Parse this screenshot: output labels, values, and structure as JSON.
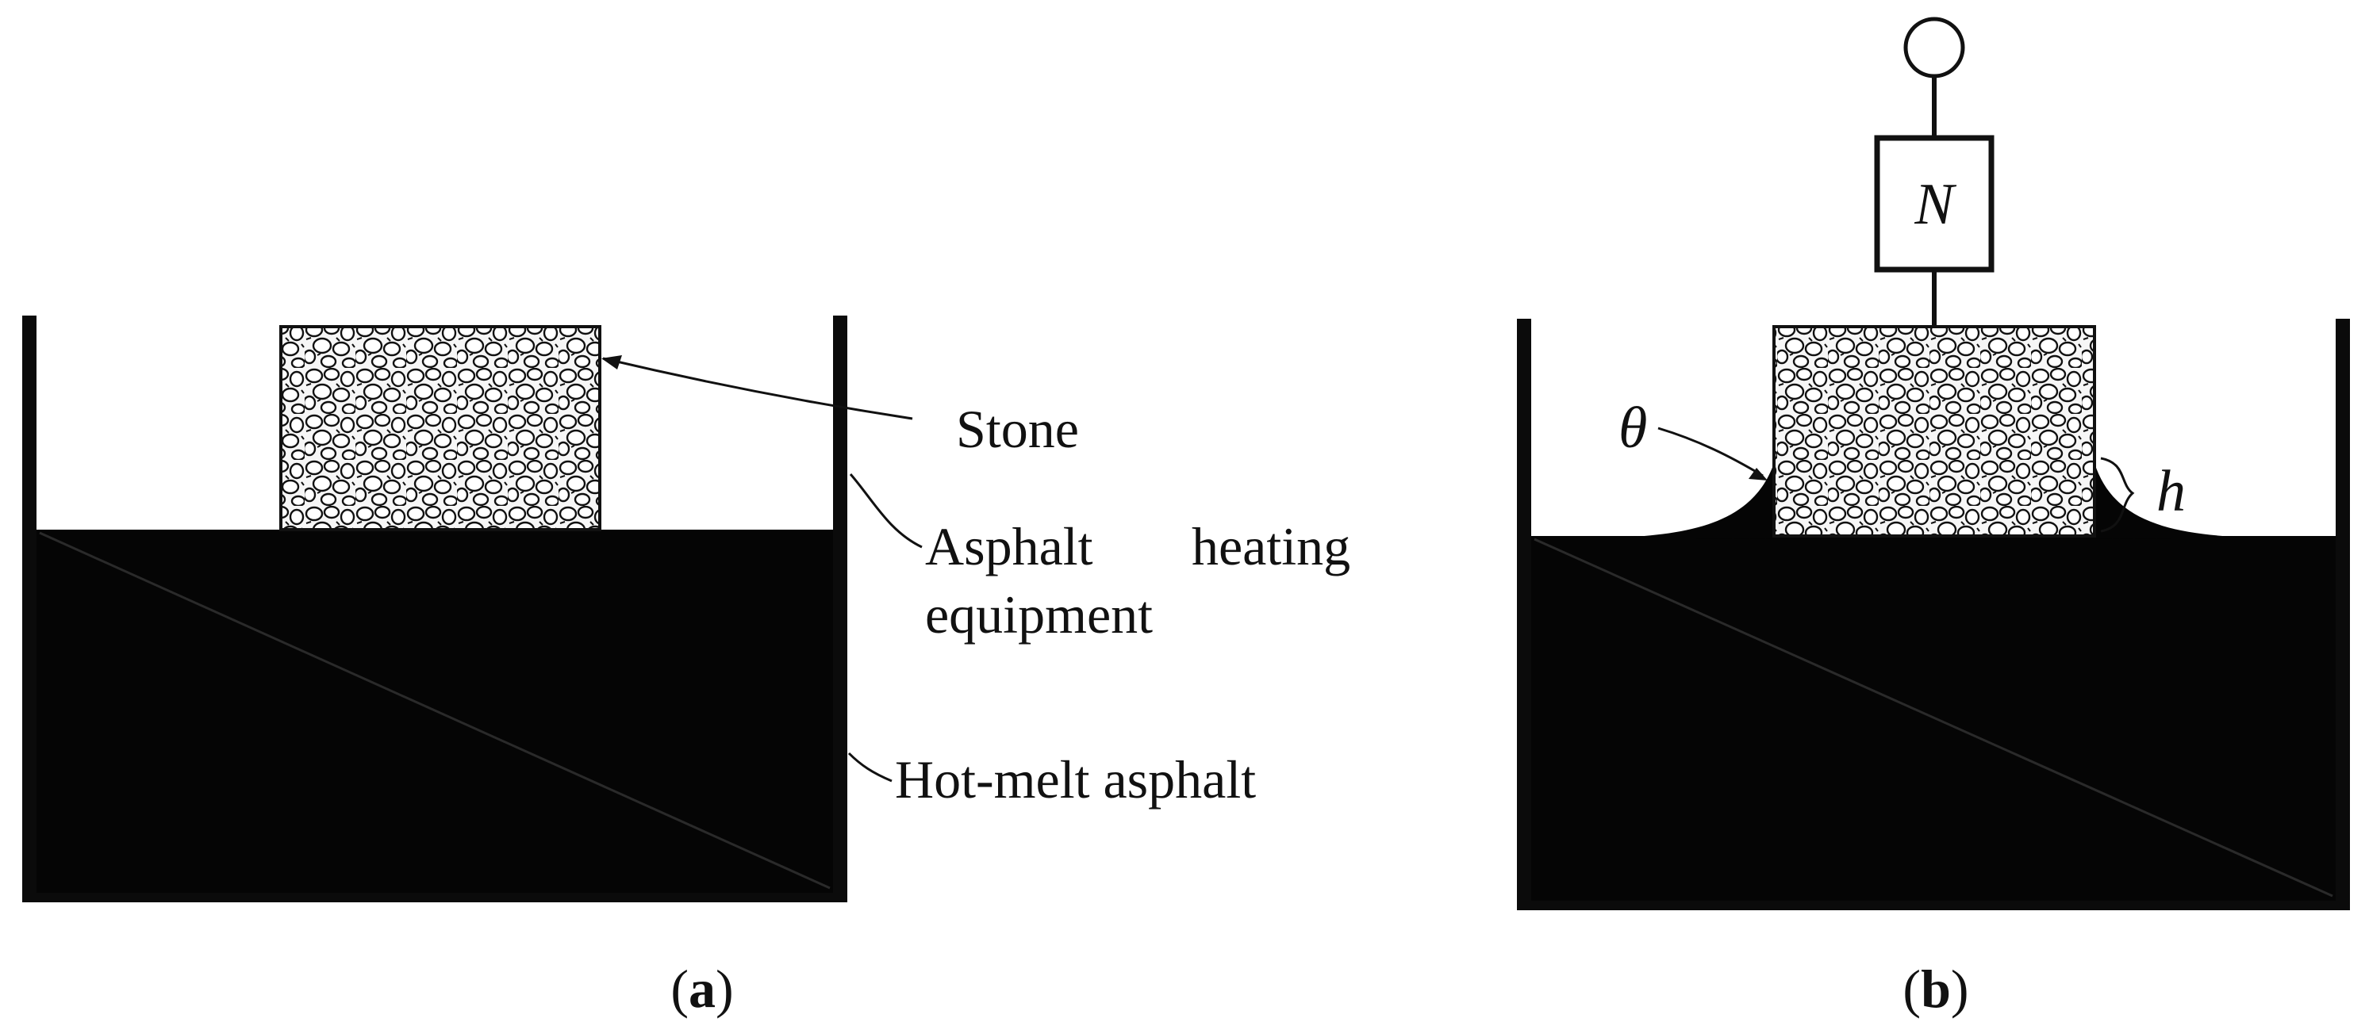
{
  "panels": [
    {
      "id": "a",
      "caption_open": "(",
      "caption_letter": "a",
      "caption_close": ")",
      "labels": {
        "stone": "Stone",
        "equipment_line1": "Asphalt",
        "equipment_line1b": "heating",
        "equipment_line2": "equipment",
        "asphalt": "Hot-melt asphalt"
      }
    },
    {
      "id": "b",
      "caption_open": "(",
      "caption_letter": "b",
      "caption_close": ")",
      "symbols": {
        "force": "N",
        "angle": "θ",
        "height": "h"
      }
    }
  ],
  "colors": {
    "ink": "#0b0b0b",
    "asphalt": "#050505",
    "stone_fill": "#f4f4f4",
    "background": "#ffffff"
  }
}
